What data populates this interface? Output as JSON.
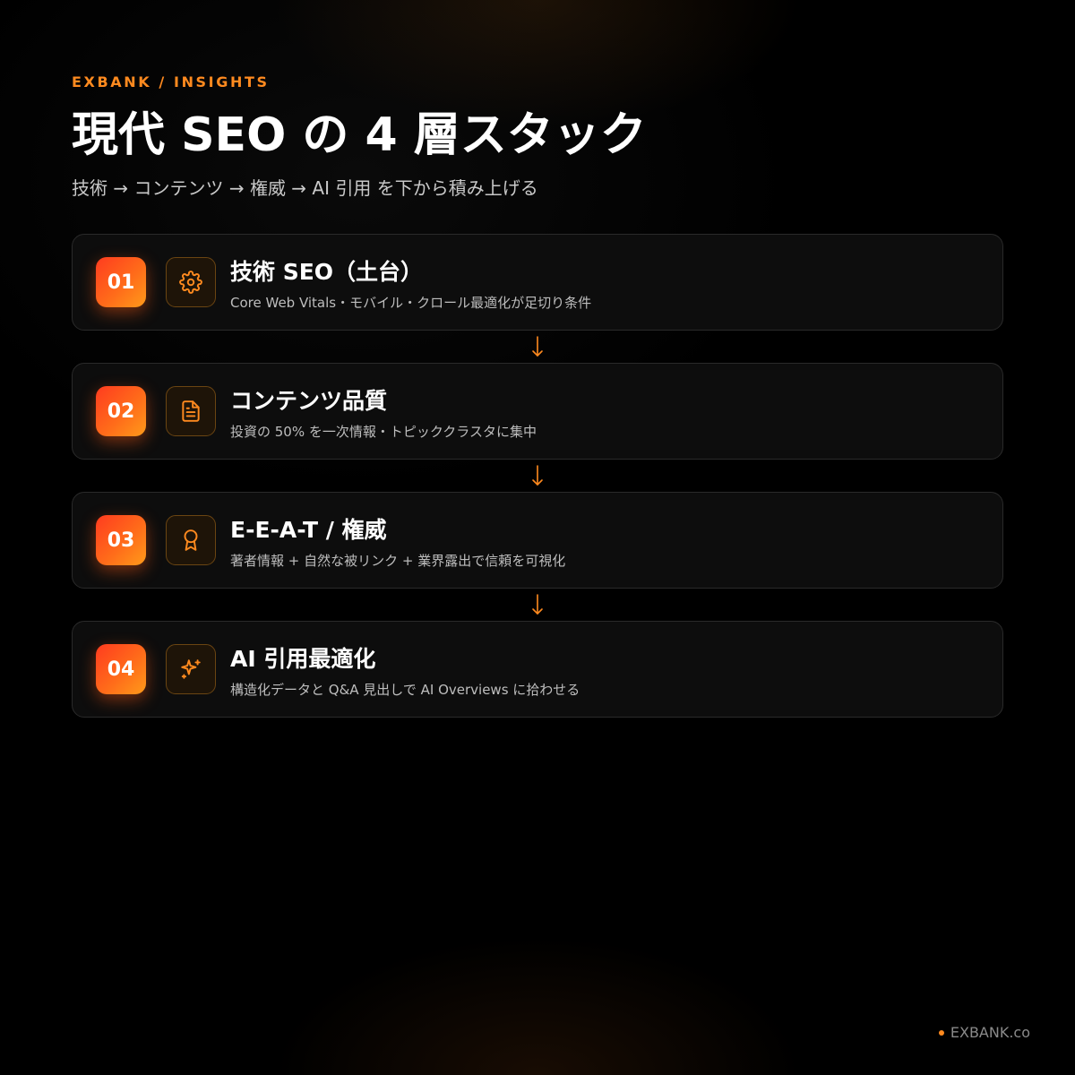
{
  "header": {
    "eyebrow": "EXBANK / INSIGHTS",
    "title": "現代 SEO の 4 層スタック",
    "subtitle": "技術 → コンテンツ → 権威 → AI 引用 を下から積み上げる"
  },
  "layers": [
    {
      "number": "01",
      "icon": "gear-icon",
      "title": "技術 SEO（土台）",
      "description": "Core Web Vitals・モバイル・クロール最適化が足切り条件"
    },
    {
      "number": "02",
      "icon": "document-icon",
      "title": "コンテンツ品質",
      "description": "投資の 50% を一次情報・トピッククラスタに集中"
    },
    {
      "number": "03",
      "icon": "award-icon",
      "title": "E-E-A-T / 権威",
      "description": "著者情報 + 自然な被リンク + 業界露出で信頼を可視化"
    },
    {
      "number": "04",
      "icon": "sparkles-icon",
      "title": "AI 引用最適化",
      "description": "構造化データと Q&A 見出しで AI Overviews に拾わせる"
    }
  ],
  "footer": {
    "brand": "EXBANK.co"
  },
  "colors": {
    "accent": "#ff8a1f",
    "badge_gradient_start": "#ff3b1f",
    "badge_gradient_end": "#ff9a1a",
    "card_background": "#0d0d0d",
    "card_border": "#2a2a2a",
    "background": "#000000"
  }
}
